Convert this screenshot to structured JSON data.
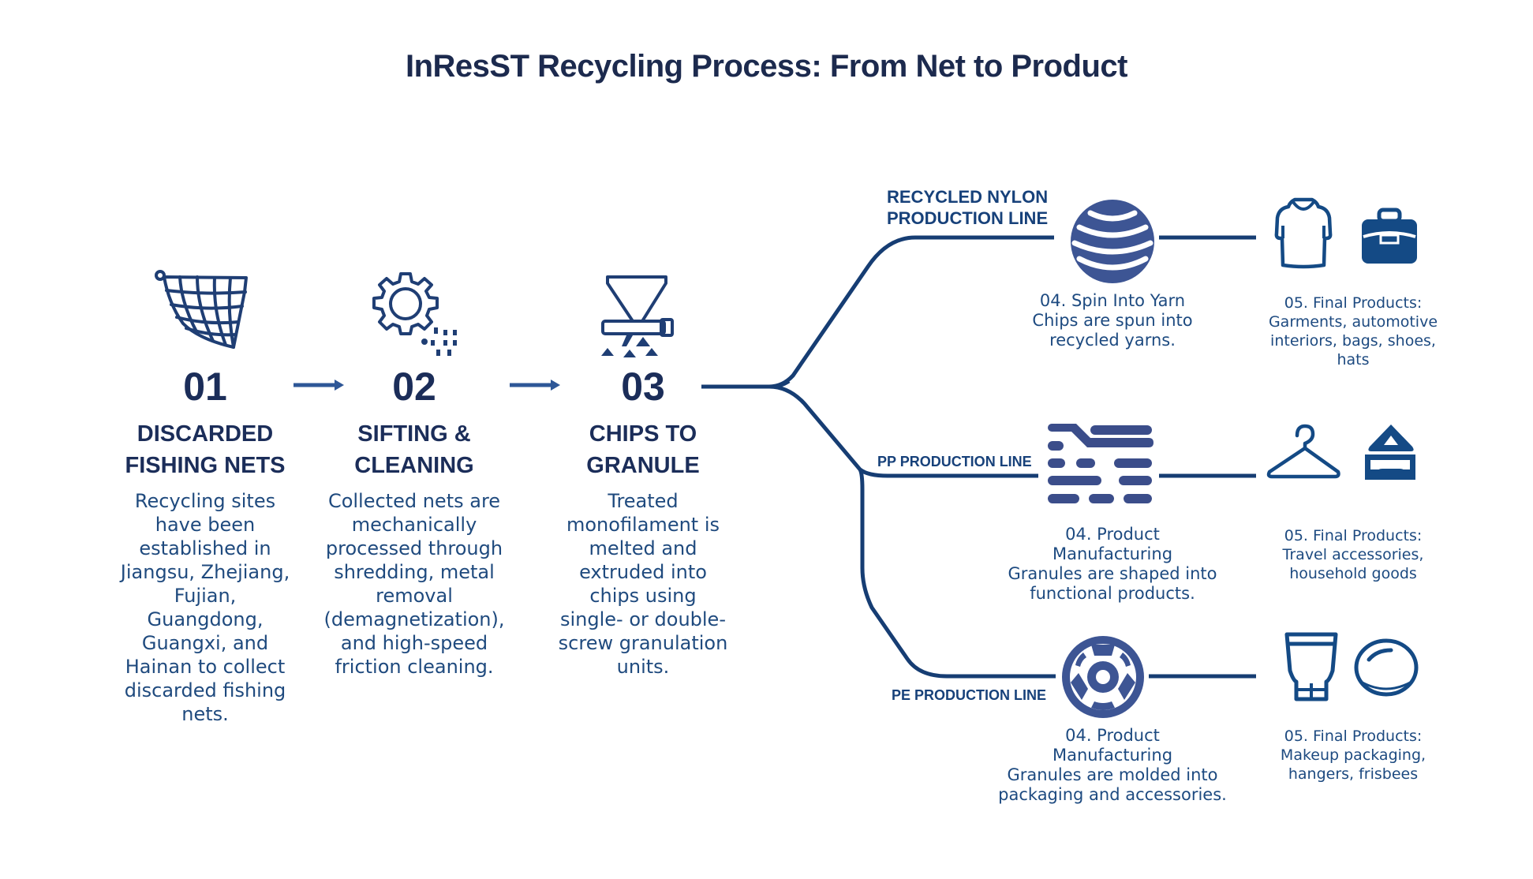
{
  "title": "InResST Recycling Process: From Net to Product",
  "colors": {
    "navy": "#1b2d59",
    "line": "#163d73",
    "icon_mid": "#3d5594",
    "icon_dark": "#144a85",
    "text": "#1f4a7e"
  },
  "steps": [
    {
      "number": "01",
      "title_line1": "DISCARDED",
      "title_line2": "FISHING NETS",
      "icon": "fishing-net-icon",
      "description": "Recycling sites have been established in Jiangsu, Zhejiang, Fujian, Guangdong, Guangxi, and Hainan to collect discarded fishing nets."
    },
    {
      "number": "02",
      "title_line1": "SIFTING &",
      "title_line2": "CLEANING",
      "icon": "gear-sifting-icon",
      "description": "Collected nets are mechanically processed through shredding, metal removal (demagnetization), and high-speed friction cleaning."
    },
    {
      "number": "03",
      "title_line1": "CHIPS TO",
      "title_line2": "GRANULE",
      "icon": "extruder-icon",
      "description": "Treated monofilament is melted and extruded into chips using single- or double-screw granulation units."
    }
  ],
  "lines": [
    {
      "label_line1": "RECYCLED NYLON",
      "label_line2": "PRODUCTION LINE",
      "stage_icon": "yarn-ball-icon",
      "stage_title": "04. Spin Into Yarn",
      "stage_desc": "Chips are spun into recycled yarns.",
      "product_icons": [
        "t-shirt-icon",
        "bag-icon"
      ],
      "products_title": "05. Final Products:",
      "products_desc": "Garments, automotive interiors, bags, shoes, hats"
    },
    {
      "label_line1": "PP PRODUCTION LINE",
      "stage_icon": "manufacturing-lines-icon",
      "stage_title": "04. Product Manufacturing",
      "stage_desc": "Granules are shaped into functional products.",
      "product_icons": [
        "hanger-icon",
        "household-item-icon"
      ],
      "products_title": "05. Final Products:",
      "products_desc": "Travel accessories, household goods"
    },
    {
      "label_line1": "PE PRODUCTION LINE",
      "stage_icon": "mold-wheel-icon",
      "stage_title": "04. Product Manufacturing",
      "stage_desc": "Granules are molded into packaging and accessories.",
      "product_icons": [
        "cosmetic-tube-icon",
        "frisbee-icon"
      ],
      "products_title": "05. Final Products:",
      "products_desc": "Makeup packaging, hangers, frisbees"
    }
  ]
}
